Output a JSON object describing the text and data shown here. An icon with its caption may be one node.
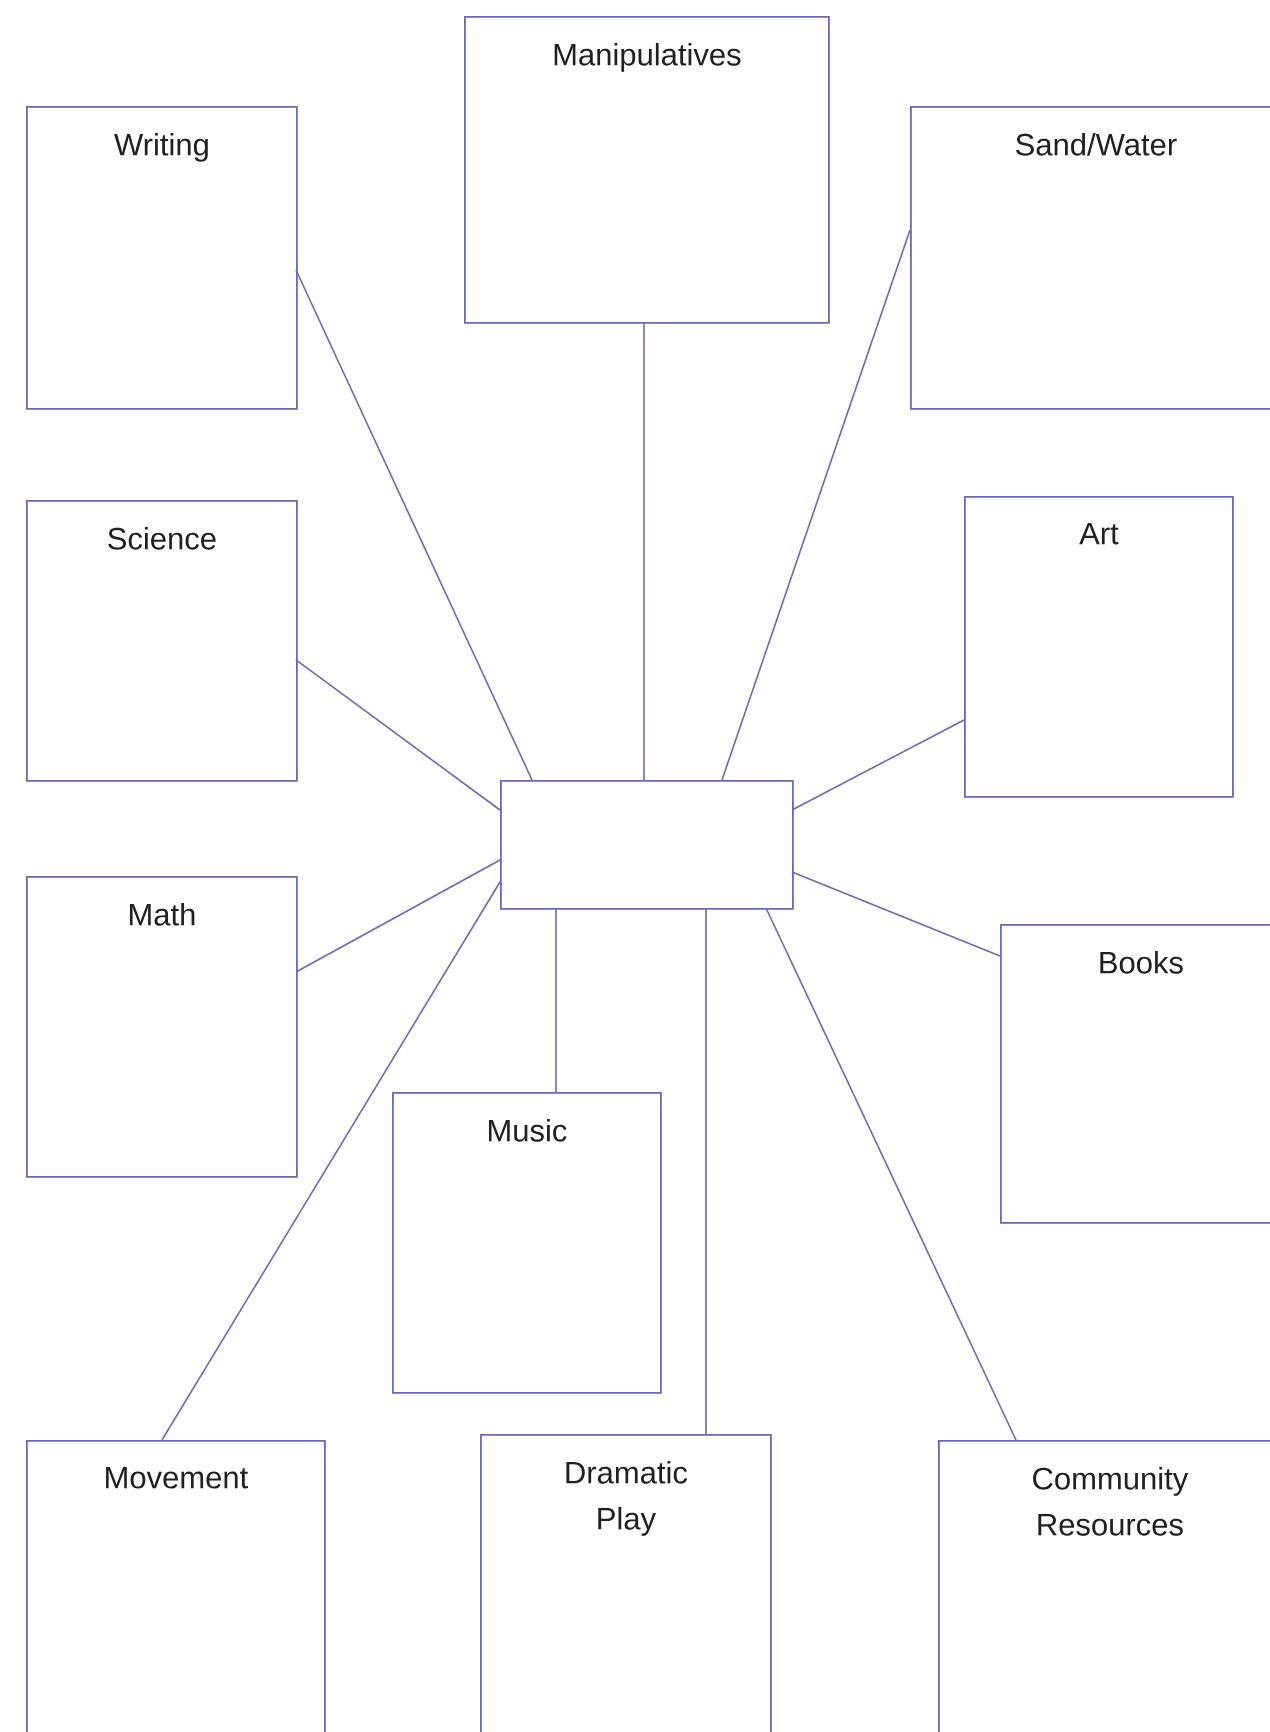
{
  "diagram": {
    "nodes": [
      {
        "text": [
          "Manipulatives"
        ]
      },
      {
        "text": [
          "Writing"
        ]
      },
      {
        "text": [
          "Sand/Water"
        ]
      },
      {
        "text": [
          "Science"
        ]
      },
      {
        "text": [
          "Art"
        ]
      },
      {
        "text": [],
        "shape": "box"
      },
      {
        "text": [
          "Math"
        ]
      },
      {
        "text": [
          "Books"
        ]
      },
      {
        "text": [
          "Music"
        ]
      },
      {
        "text": [
          "Movement"
        ]
      },
      {
        "text": [
          "Dramatic Play"
        ]
      },
      {
        "text": [
          "Community Resources"
        ]
      }
    ],
    "edges": [
      {
        "from": 5,
        "to": 0,
        "arrow": "none"
      },
      {
        "from": 5,
        "to": 1,
        "arrow": "none"
      },
      {
        "from": 5,
        "to": 2,
        "arrow": "none"
      },
      {
        "from": 5,
        "to": 3,
        "arrow": "none"
      },
      {
        "from": 5,
        "to": 4,
        "arrow": "none"
      },
      {
        "from": 5,
        "to": 6,
        "arrow": "none"
      },
      {
        "from": 5,
        "to": 7,
        "arrow": "none"
      },
      {
        "from": 5,
        "to": 8,
        "arrow": "none"
      },
      {
        "from": 5,
        "to": 9,
        "arrow": "none"
      },
      {
        "from": 5,
        "to": 10,
        "arrow": "none"
      },
      {
        "from": 5,
        "to": 11,
        "arrow": "none"
      }
    ]
  }
}
